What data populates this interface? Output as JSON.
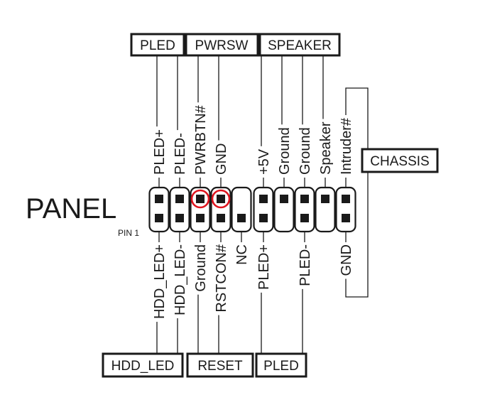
{
  "title": "PANEL",
  "pin1_label": "PIN 1",
  "colors": {
    "ink": "#1a1a1a",
    "highlight": "#e0141e"
  },
  "top_groups": [
    {
      "label": "PLED"
    },
    {
      "label": "PWRSW"
    },
    {
      "label": "SPEAKER"
    }
  ],
  "right_group": {
    "label": "CHASSIS"
  },
  "bottom_groups": [
    {
      "label": "HDD_LED"
    },
    {
      "label": "RESET"
    },
    {
      "label": "PLED"
    }
  ],
  "top_pins": [
    "PLED+",
    "PLED-",
    "PWRBTN#",
    "GND",
    "",
    "+5V",
    "Ground",
    "Ground",
    "Speaker",
    "Intruder#"
  ],
  "bottom_pins": [
    "HDD_LED+",
    "HDD_LED-",
    "Ground",
    "RSTCON#",
    "NC",
    "PLED+",
    "",
    "PLED-",
    "",
    "GND"
  ],
  "top_pin_present": [
    true,
    true,
    true,
    true,
    false,
    true,
    true,
    true,
    true,
    true
  ],
  "bottom_pin_present": [
    true,
    true,
    true,
    true,
    true,
    true,
    false,
    true,
    false,
    true
  ],
  "highlighted_top_pins": [
    "PWRBTN#",
    "GND"
  ]
}
